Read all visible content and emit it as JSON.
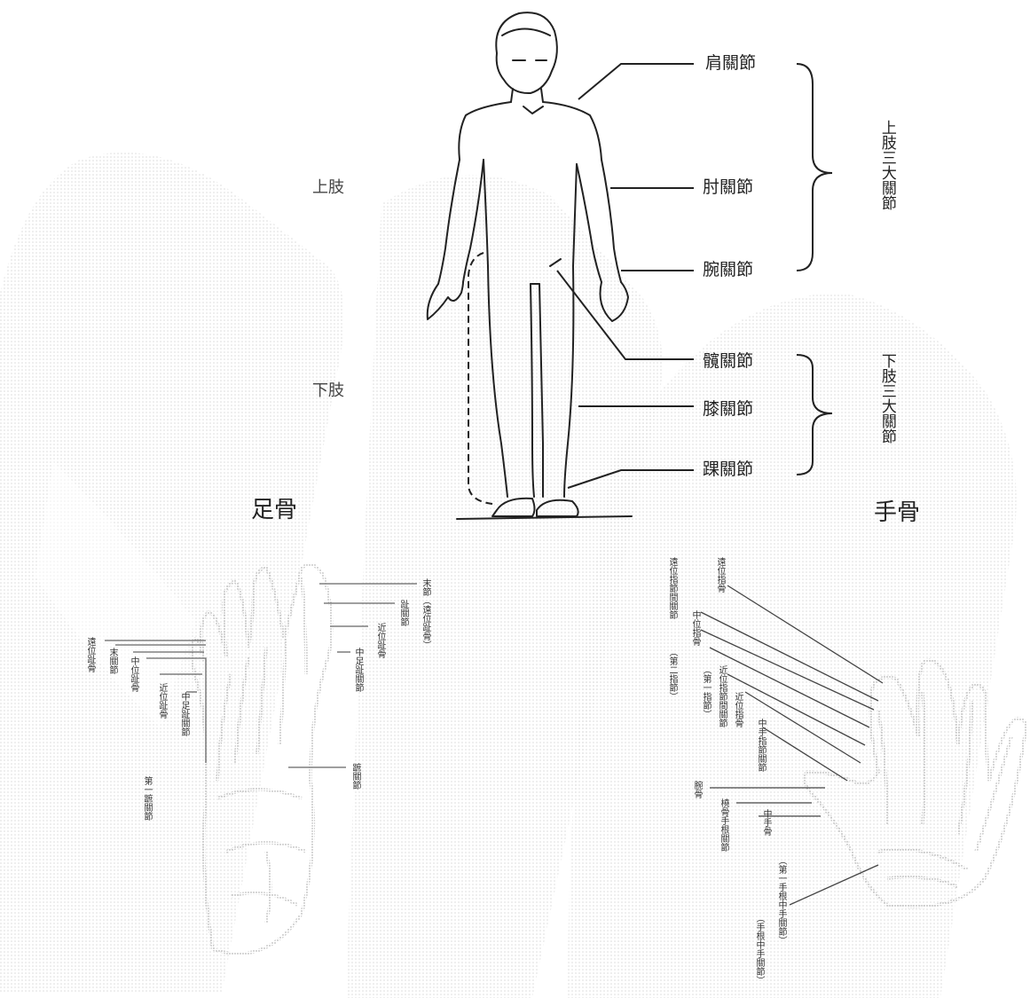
{
  "figure": {
    "top_left_labels": {
      "upper_limb": "上肢",
      "lower_limb": "下肢"
    },
    "joint_labels": {
      "shoulder": "肩關節",
      "elbow": "肘關節",
      "wrist": "腕關節",
      "hip": "髖關節",
      "knee": "膝關節",
      "ankle": "踝關節"
    },
    "groups": {
      "upper": "上肢三大關節",
      "lower": "下肢三大關節"
    },
    "section_titles": {
      "foot": "足骨",
      "hand": "手骨"
    },
    "foot_annotations": [
      "末節（遠位趾骨）",
      "趾關節",
      "近位趾骨",
      "中足趾關節",
      "遠位趾骨",
      "末關節",
      "中位趾骨",
      "近位趾骨",
      "中足趾關節",
      "第一蹠關節",
      "蹠關節"
    ],
    "hand_annotations": [
      "遠位指骨",
      "遠位指節間關節",
      "中位指骨",
      "近位指節間關節",
      "近位指骨",
      "（第二指節）",
      "（第一指節）",
      "中手指節關節",
      "腕骨",
      "中手骨",
      "橈骨手根關節",
      "（第一手根中手關節）",
      "（手根中手關節）"
    ]
  }
}
